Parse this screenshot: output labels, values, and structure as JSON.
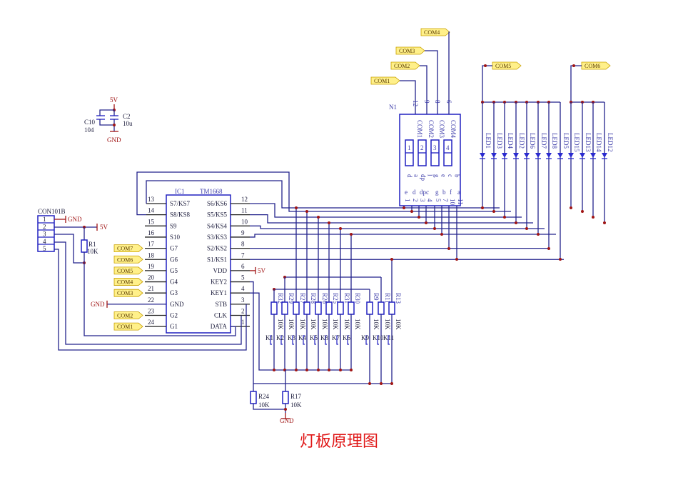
{
  "title": "灯板原理图",
  "colors": {
    "wire": "#23238c",
    "power": "#a01515",
    "tag_fill": "#fff08a",
    "title": "#e01818"
  },
  "ic": {
    "ref": "IC1",
    "part": "TM1668",
    "left_pins": [
      {
        "num": "13",
        "name": "S7/KS7"
      },
      {
        "num": "14",
        "name": "S8/KS8"
      },
      {
        "num": "15",
        "name": "S9"
      },
      {
        "num": "16",
        "name": "S10"
      },
      {
        "num": "17",
        "name": "G7"
      },
      {
        "num": "18",
        "name": "G6"
      },
      {
        "num": "19",
        "name": "G5"
      },
      {
        "num": "20",
        "name": "G4"
      },
      {
        "num": "21",
        "name": "G3"
      },
      {
        "num": "22",
        "name": "GND"
      },
      {
        "num": "23",
        "name": "G2"
      },
      {
        "num": "24",
        "name": "G1"
      }
    ],
    "right_pins": [
      {
        "num": "12",
        "name": "S6/KS6"
      },
      {
        "num": "11",
        "name": "S5/KS5"
      },
      {
        "num": "10",
        "name": "S4/KS4"
      },
      {
        "num": "9",
        "name": "S3/KS3"
      },
      {
        "num": "8",
        "name": "S2/KS2"
      },
      {
        "num": "7",
        "name": "S1/KS1"
      },
      {
        "num": "6",
        "name": "VDD"
      },
      {
        "num": "5",
        "name": "KEY2"
      },
      {
        "num": "4",
        "name": "KEY1"
      },
      {
        "num": "3",
        "name": "STB"
      },
      {
        "num": "2",
        "name": "CLK"
      },
      {
        "num": "1",
        "name": "DATA"
      }
    ],
    "left_tags": [
      "COM7",
      "COM6",
      "COM5",
      "COM4",
      "COM3",
      "COM2",
      "COM1"
    ]
  },
  "power": {
    "vcc": "5V",
    "gnd": "GND"
  },
  "display": {
    "ref": "N1",
    "tags": [
      "COM1",
      "COM2",
      "COM3",
      "COM4"
    ],
    "top_pins": [
      "12",
      "9",
      "8",
      "6"
    ],
    "commons": [
      "COM1",
      "COM2",
      "COM3",
      "COM4"
    ],
    "digits": [
      "1",
      "2",
      "3",
      "4"
    ],
    "seg_labels": [
      "d",
      "a",
      "dp",
      "l",
      "g",
      "e",
      "c",
      "b"
    ],
    "bottom_pins": [
      {
        "seg": "e",
        "num": "1"
      },
      {
        "seg": "d",
        "num": "2"
      },
      {
        "seg": "dpc",
        "num": "3"
      },
      {
        "seg": "",
        "num": "4"
      },
      {
        "seg": "g",
        "num": "5"
      },
      {
        "seg": "b",
        "num": "7"
      },
      {
        "seg": "f",
        "num": "10"
      },
      {
        "seg": "a",
        "num": "11"
      }
    ]
  },
  "leds": {
    "tags": [
      "COM5",
      "COM6"
    ],
    "labels": [
      "",
      "LED1",
      "LED3",
      "LED4",
      "LED2",
      "LED6",
      "LED7",
      "LED8",
      "LED5",
      "LED15",
      "LED13",
      "LED14",
      "LED12"
    ]
  },
  "keys": {
    "resistors": [
      "R32",
      "R29",
      "R27",
      "R28",
      "R26",
      "R25",
      "R31",
      "R30",
      "R9",
      "R11",
      "R13"
    ],
    "resistor_value": "10K",
    "switches": [
      "K1",
      "K2",
      "K3",
      "K4",
      "K5",
      "K8",
      "K7",
      "K6",
      "K9",
      "K10",
      "K11"
    ]
  },
  "pullups": [
    {
      "ref": "R24",
      "value": "10K"
    },
    {
      "ref": "R17",
      "value": "10K"
    }
  ],
  "connector": {
    "ref": "CON101B",
    "pins": [
      "1",
      "2",
      "3",
      "4",
      "5"
    ]
  },
  "r1": {
    "ref": "R1",
    "value": "10K"
  },
  "caps": [
    {
      "ref": "C10",
      "value": "104"
    },
    {
      "ref": "C2",
      "value": "10u"
    }
  ]
}
